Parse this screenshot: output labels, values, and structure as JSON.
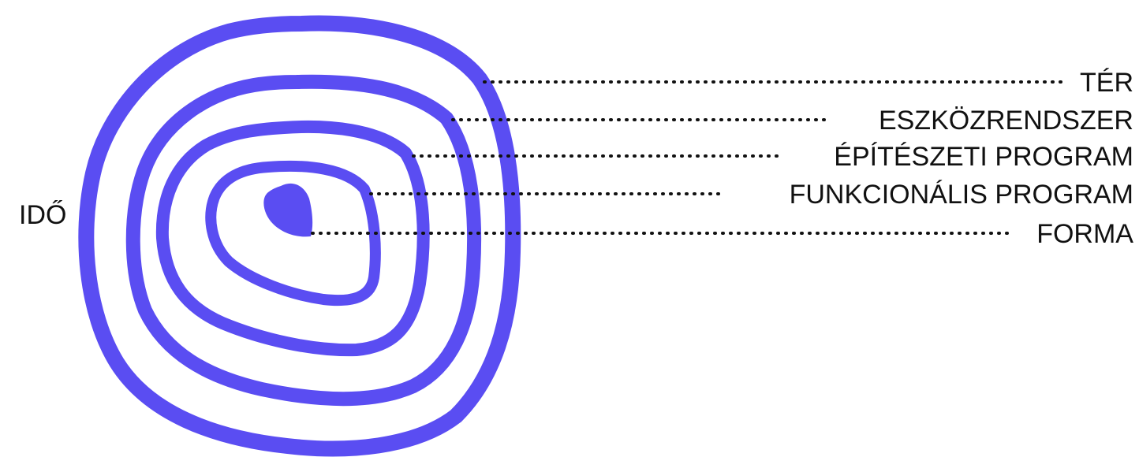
{
  "diagram": {
    "axis_label": "IDŐ",
    "layers": [
      {
        "label": "TÉR"
      },
      {
        "label": "ESZKÖZRENDSZER"
      },
      {
        "label": "ÉPÍTÉSZETI PROGRAM"
      },
      {
        "label": "FUNKCIONÁLIS PROGRAM"
      },
      {
        "label": "FORMA"
      }
    ],
    "ring_color": "#5a4df2",
    "text_color": "#111111"
  }
}
